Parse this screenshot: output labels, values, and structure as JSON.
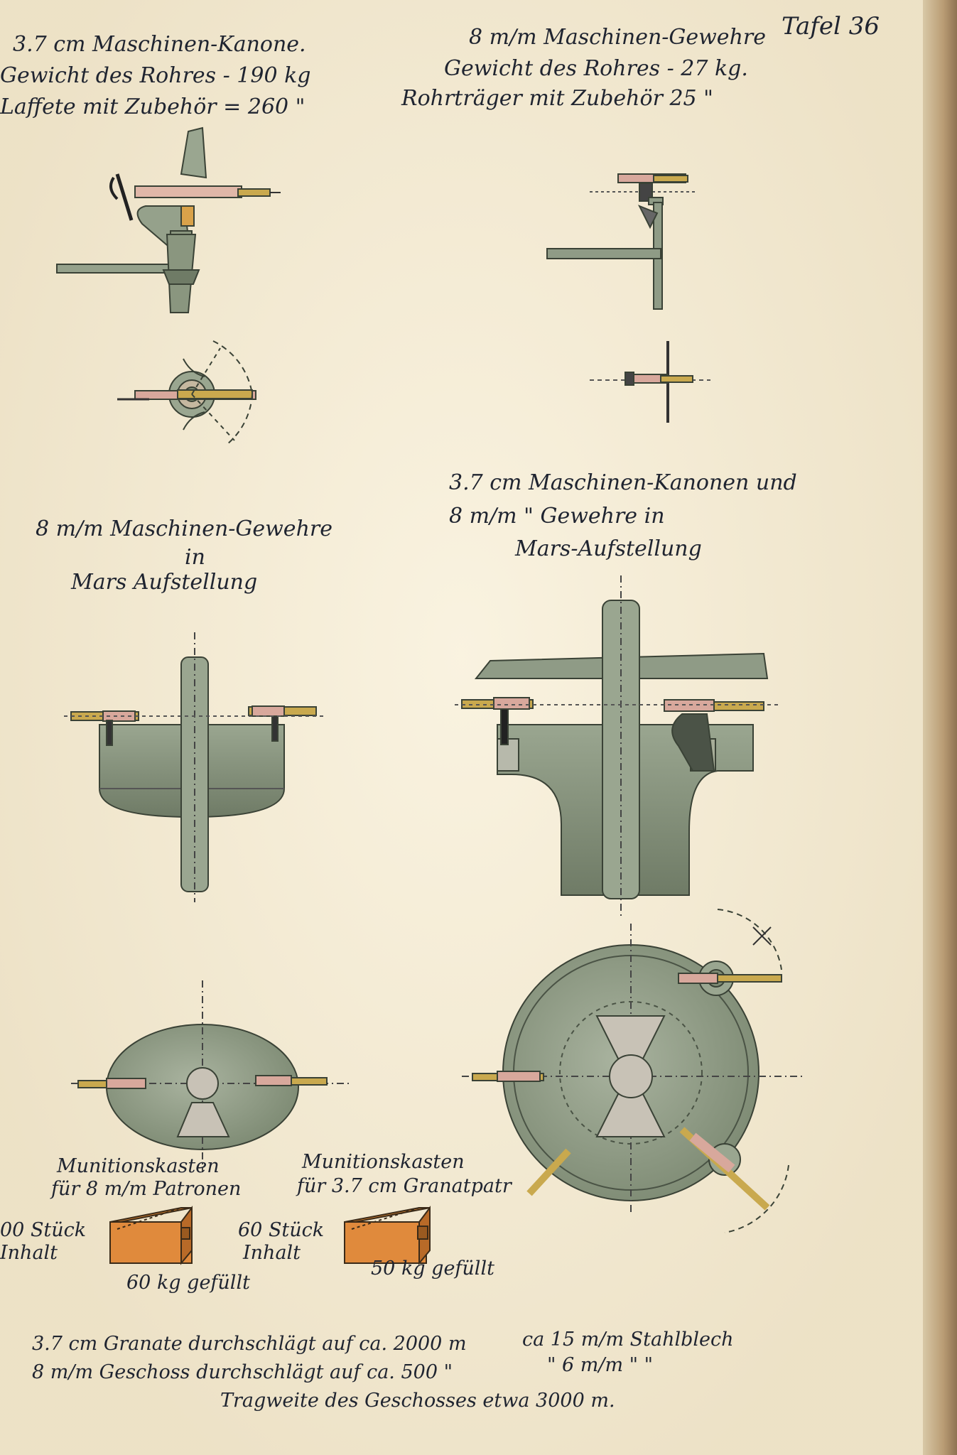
{
  "page_number": "Tafel 36",
  "top_left": {
    "title": "3.7 cm Maschinen-Kanone.",
    "line1": "Gewicht des Rohres - 190 kg",
    "line2": "Laffete mit Zubehör = 260 \""
  },
  "top_right": {
    "title": "8 m/m Maschinen-Gewehre",
    "line1": "Gewicht des Rohres - 27 kg.",
    "line2": "Rohrträger mit Zubehör 25 \""
  },
  "mid_left": {
    "line1": "8 m/m Maschinen-Gewehre",
    "line2": "in",
    "line3": "Mars Aufstellung"
  },
  "mid_right": {
    "line1": "3.7 cm Maschinen-Kanonen und",
    "line2": "8 m/m        \"         Gewehre in",
    "line3": "Mars-Aufstellung"
  },
  "ammo_left": {
    "title1": "Munitionskasten",
    "title2": "für 8 m/m Patronen",
    "count1": "00 Stück",
    "count2": "Inhalt",
    "weight": "60 kg gefüllt"
  },
  "ammo_right": {
    "title1": "Munitionskasten",
    "title2": "für 3.7 cm Granatpatr",
    "count1": "60 Stück",
    "count2": "Inhalt",
    "weight": "50 kg gefüllt"
  },
  "footer": {
    "line1a": "3.7 cm Granate durchschlägt auf ca. 2000 m",
    "line1b": "ca  15 m/m  Stahlblech",
    "line2a": "8 m/m Geschoss durchschlägt auf ca. 500  \"",
    "line2b": "\"   6 m/m       \"        \"",
    "line3": "Tragweite des Geschosses etwa 3000 m."
  },
  "colors": {
    "paper": "#f3ead3",
    "grey_green": "#8f9b86",
    "dark_green": "#5f6b58",
    "barrel": "#c9a94e",
    "pink": "#d8a89c",
    "orange_box": "#e08a3c",
    "ink": "#1f2430"
  }
}
